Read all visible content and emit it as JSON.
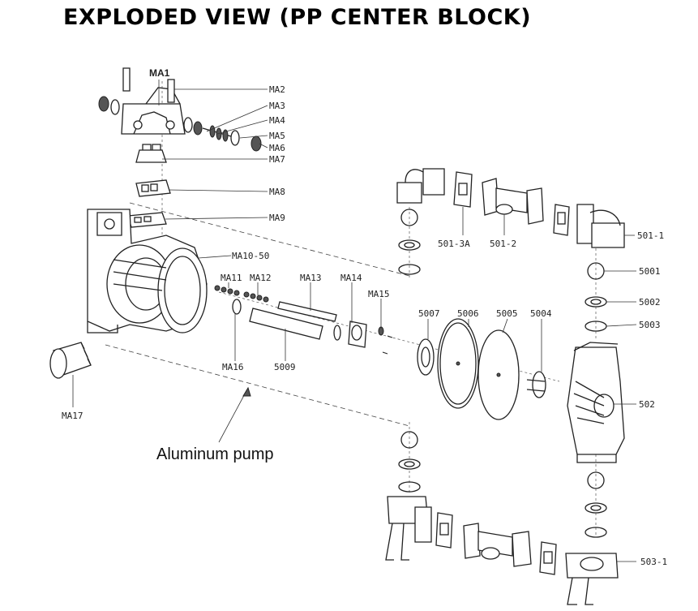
{
  "title": "EXPLODED VIEW (PP CENTER BLOCK)",
  "caption": "Aluminum pump",
  "labels": {
    "MA1": "MA1",
    "MA2": "MA2",
    "MA3": "MA3",
    "MA4": "MA4",
    "MA5": "MA5",
    "MA6": "MA6",
    "MA7": "MA7",
    "MA8": "MA8",
    "MA9": "MA9",
    "MA10_50": "MA10-50",
    "MA11": "MA11",
    "MA12": "MA12",
    "MA13": "MA13",
    "MA14": "MA14",
    "MA15": "MA15",
    "MA16": "MA16",
    "MA17": "MA17",
    "p5009": "5009",
    "p5007": "5007",
    "p5006": "5006",
    "p5005": "5005",
    "p5004": "5004",
    "p5001": "5001",
    "p5002": "5002",
    "p5003": "5003",
    "p502": "502",
    "p501_1": "501-1",
    "p501_2": "501-2",
    "p501_3A": "501-3A",
    "p503_1": "503-1"
  }
}
